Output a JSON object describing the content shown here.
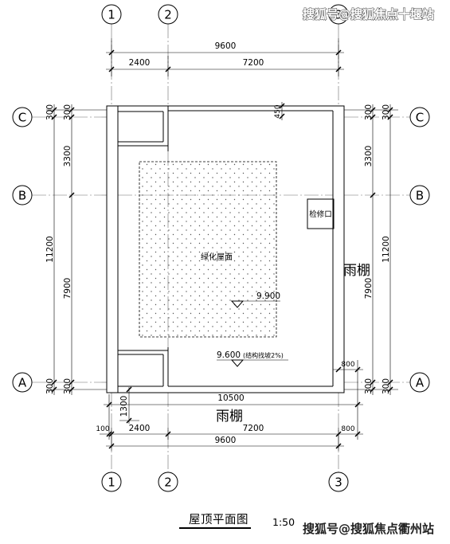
{
  "drawing": {
    "title": "屋顶平面图",
    "scale": "1:50"
  },
  "axes": {
    "top": [
      "1",
      "2",
      "3"
    ],
    "bottom": [
      "1",
      "2",
      "3"
    ],
    "left": [
      "C",
      "B",
      "A"
    ],
    "right": [
      "C",
      "B",
      "A"
    ]
  },
  "dimensions": {
    "top_total": "9600",
    "top_segments": [
      "2400",
      "7200"
    ],
    "left_outer": [
      "300",
      "11200",
      "300"
    ],
    "left_inner": [
      "300",
      "3300",
      "7900",
      "300"
    ],
    "right_inner": [
      "300",
      "3300",
      "7900",
      "300"
    ],
    "right_outer": [
      "300",
      "11200",
      "300"
    ],
    "parapet": "450",
    "canopy_side": "800",
    "canopy_length": "10500",
    "canopy_depth": "1300",
    "bottom_segments": [
      "100",
      "2400",
      "7200",
      "800"
    ],
    "bottom_total": "9600"
  },
  "labels": {
    "access_hatch": "检修口",
    "green_roof": "绿化屋面",
    "green_roof_elevation": "9.900",
    "roof_elevation": "9.600",
    "roof_slope_note": "(结构找坡2%)",
    "canopy_side": "雨棚",
    "canopy_front": "雨棚"
  },
  "watermarks": [
    "搜狐号@搜狐焦点十堰站",
    "搜狐号@搜狐焦点衢州站"
  ],
  "colors": {
    "ink": "#000000",
    "axis_line": "#6a6a6a",
    "background": "#ffffff"
  }
}
